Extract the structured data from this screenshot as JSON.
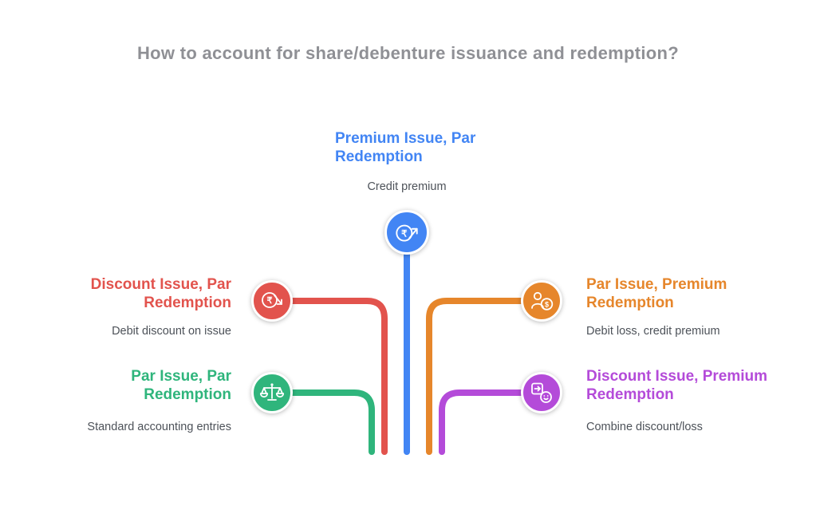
{
  "title": "How to account for share/debenture issuance and redemption?",
  "nodes": [
    {
      "id": "premium-issue-par-redemption",
      "label": "Premium Issue, Par Redemption",
      "description": "Credit premium",
      "color": "#4285f4",
      "icon": "rupee-growth-icon"
    },
    {
      "id": "discount-issue-par-redemption",
      "label": "Discount Issue, Par Redemption",
      "description": "Debit discount on issue",
      "color": "#e2534d",
      "icon": "rupee-decline-icon"
    },
    {
      "id": "par-issue-premium-redemption",
      "label": "Par Issue, Premium Redemption",
      "description": "Debit loss, credit premium",
      "color": "#e6862b",
      "icon": "person-dollar-icon"
    },
    {
      "id": "par-issue-par-redemption",
      "label": "Par Issue, Par Redemption",
      "description": "Standard accounting entries",
      "color": "#2fb57c",
      "icon": "balance-scale-icon"
    },
    {
      "id": "discount-issue-premium-redemption",
      "label": "Discount Issue, Premium Redemption",
      "description": "Combine discount/loss",
      "color": "#b44bd9",
      "icon": "currency-exchange-icon"
    }
  ],
  "icon_symbols": {
    "rupee": "₹",
    "dollar": "$"
  }
}
